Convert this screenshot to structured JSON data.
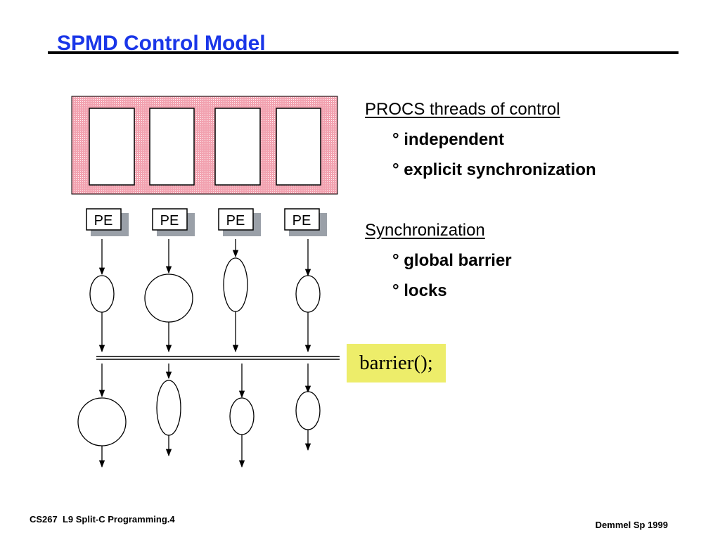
{
  "slide": {
    "title": "SPMD Control Model"
  },
  "bullets": {
    "threads": {
      "heading": "PROCS threads of control",
      "items": [
        "° independent",
        "° explicit synchronization"
      ]
    },
    "sync": {
      "heading": "Synchronization",
      "items": [
        "° global barrier",
        "° locks"
      ]
    }
  },
  "diagram": {
    "pe_labels": [
      "PE",
      "PE",
      "PE",
      "PE"
    ],
    "barrier_call": "barrier();"
  },
  "footer": {
    "left": "CS267  L9 Split-C Programming.4",
    "right": "Demmel Sp 1999"
  },
  "colors": {
    "title": "#1a36e8",
    "memory_block": "#f2a2b0",
    "callout_bg": "#eded6a"
  }
}
